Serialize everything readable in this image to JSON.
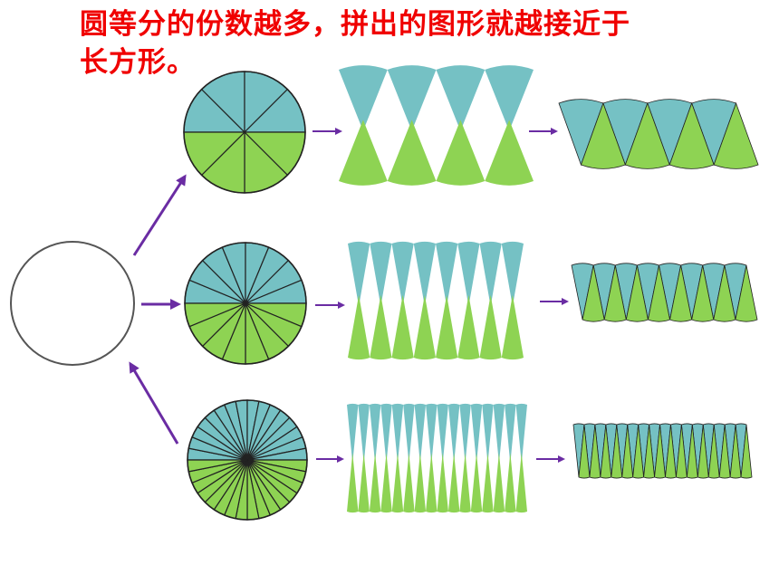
{
  "caption": {
    "line1": "圆等分的份数越多，拼出的图形就越接近于",
    "line2": "长方形。"
  },
  "diagram": {
    "source_circle": "undivided-circle",
    "rows": [
      {
        "name": "8-part",
        "parts": 8
      },
      {
        "name": "16-part",
        "parts": 16
      },
      {
        "name": "32-part",
        "parts": 32
      }
    ]
  },
  "colors": {
    "top_half": "#75c1c4",
    "bottom_half": "#8ed353",
    "outline": "#222222",
    "arrow": "#6a2ca3",
    "caption": "#f00000"
  }
}
